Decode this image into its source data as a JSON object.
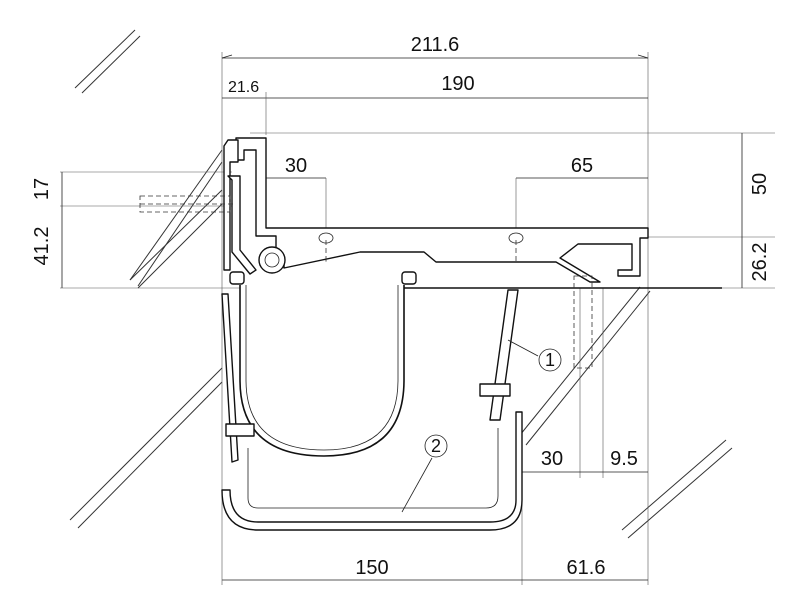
{
  "drawing": {
    "dimensions": {
      "overall_width": "211.6",
      "left_flange": "21.6",
      "cover_width": "190",
      "anchor_left": "30",
      "anchor_right": "65",
      "total_height": "50",
      "cover_height": "26.2",
      "offset_upper": "17",
      "offset_total": "41.2",
      "gap_right": "30",
      "bolt_offset": "9.5",
      "gutter_width": "150",
      "right_edge": "61.6"
    },
    "callouts": {
      "one": "1",
      "two": "2"
    }
  }
}
